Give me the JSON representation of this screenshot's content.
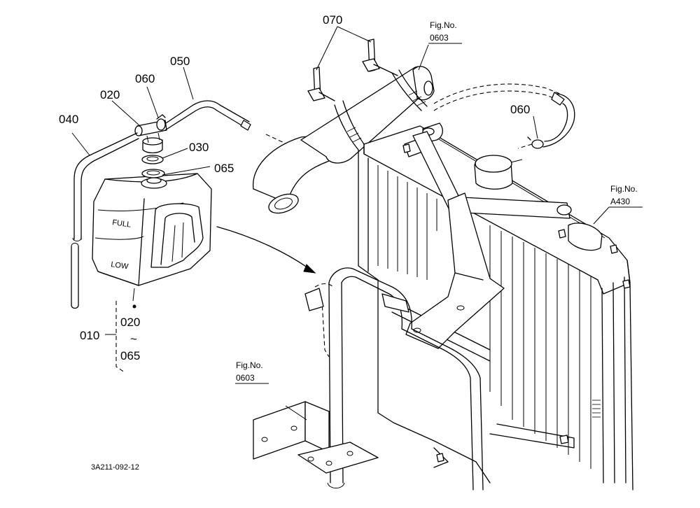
{
  "labels": {
    "p010": "010",
    "p020_top": "020",
    "p020_bottom": "020",
    "p030": "030",
    "p040": "040",
    "p050": "050",
    "p060_left": "060",
    "p060_right": "060",
    "p065_top": "065",
    "p065_bottom": "065",
    "p070": "070",
    "range_sep": "~"
  },
  "references": {
    "fig_top": {
      "title": "Fig.No.",
      "number": "0603"
    },
    "fig_right": {
      "title": "Fig.No.",
      "number": "A430"
    },
    "fig_bottom": {
      "title": "Fig.No.",
      "number": "0603"
    }
  },
  "tank": {
    "full_mark": "FULL",
    "low_mark": "LOW"
  },
  "drawing_code": "3A211-092-12"
}
